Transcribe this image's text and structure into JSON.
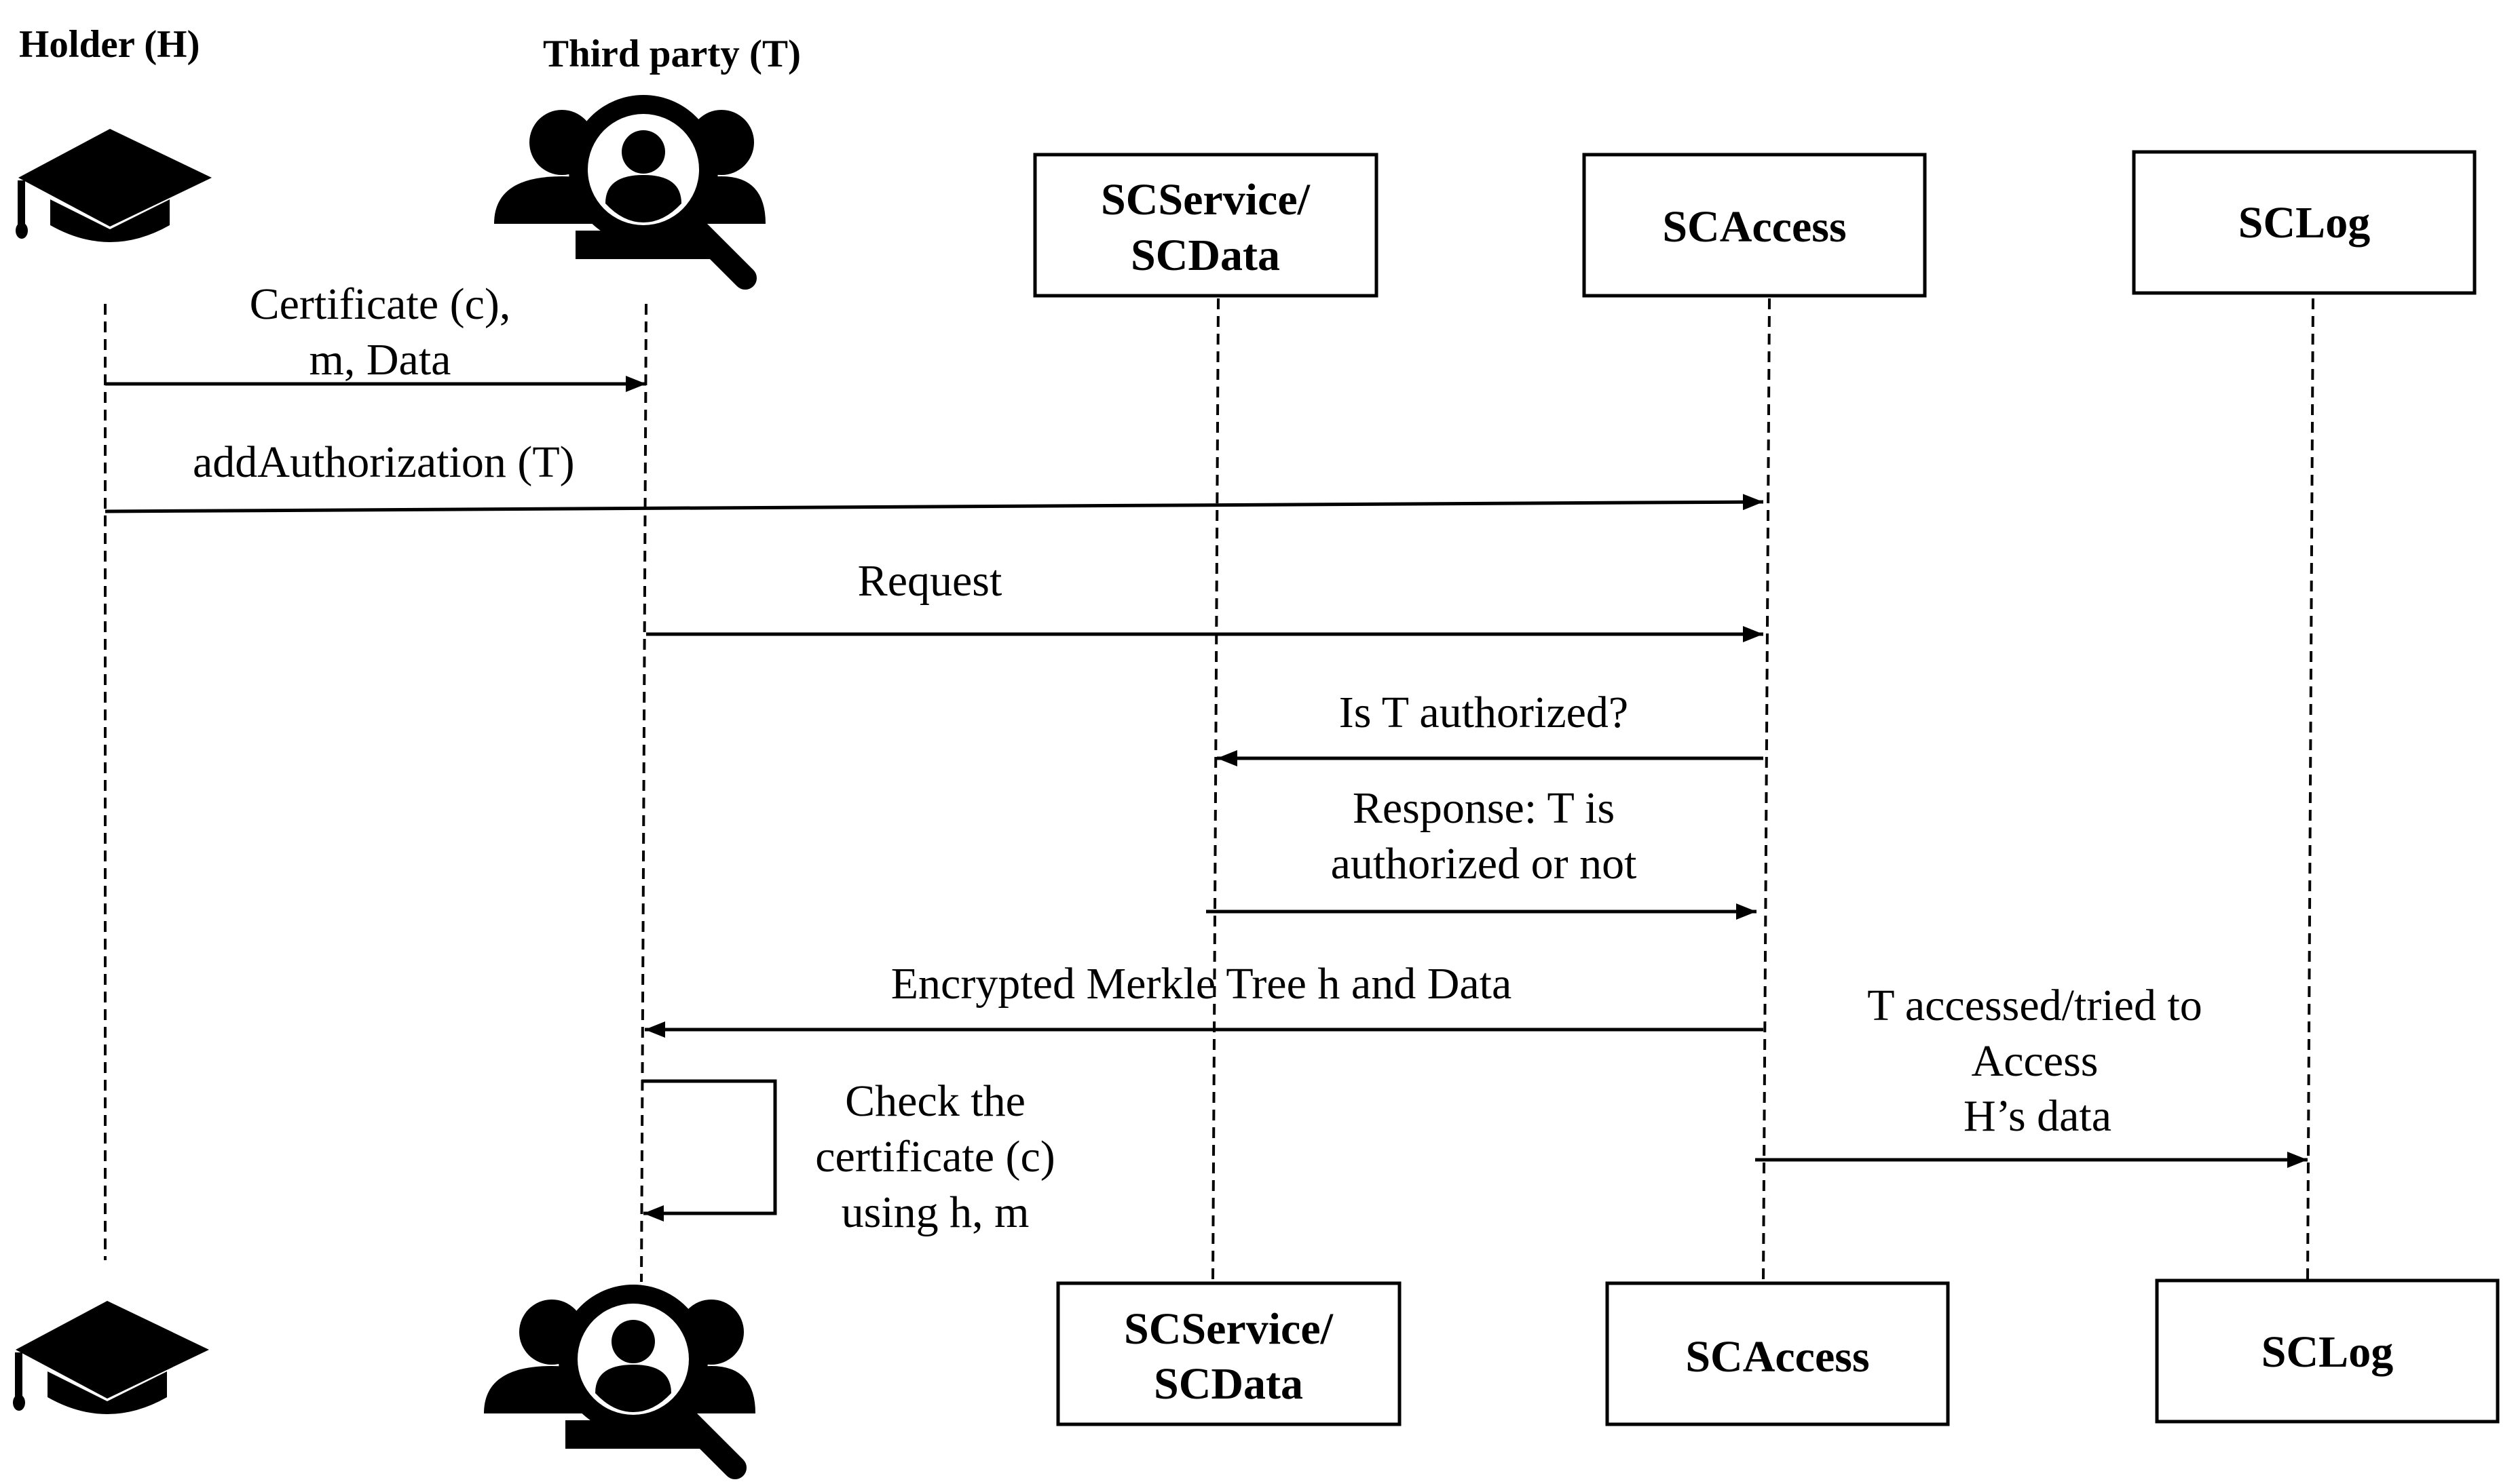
{
  "actors": {
    "holder": {
      "label": "Holder (H)",
      "icon": "graduation-cap-icon"
    },
    "third_party": {
      "label": "Third party (T)",
      "icon": "group-search-icon"
    }
  },
  "boxes": {
    "scservice": {
      "lines": [
        "SCService/",
        "SCData"
      ]
    },
    "scaccess": {
      "lines": [
        "SCAccess"
      ]
    },
    "sclog": {
      "lines": [
        "SCLog"
      ]
    }
  },
  "messages": [
    {
      "id": "msg-certificate",
      "lines": [
        "Certificate (c),",
        "m, Data"
      ]
    },
    {
      "id": "msg-add-authorization",
      "lines": [
        "addAuthorization (T)"
      ]
    },
    {
      "id": "msg-request",
      "lines": [
        "Request"
      ]
    },
    {
      "id": "msg-is-authorized",
      "lines": [
        "Is T authorized?"
      ]
    },
    {
      "id": "msg-response",
      "lines": [
        "Response: T is",
        "authorized or not"
      ]
    },
    {
      "id": "msg-encrypted-merkle",
      "lines": [
        "Encrypted Merkle Tree h and Data"
      ]
    },
    {
      "id": "msg-check-certificate",
      "lines": [
        "Check the",
        "certificate (c)",
        "using h, m"
      ]
    },
    {
      "id": "msg-accessed-log",
      "lines": [
        "T accessed/tried to",
        "Access",
        "H’s data"
      ]
    }
  ],
  "colors": {
    "line": "#000000",
    "background": "#ffffff"
  }
}
